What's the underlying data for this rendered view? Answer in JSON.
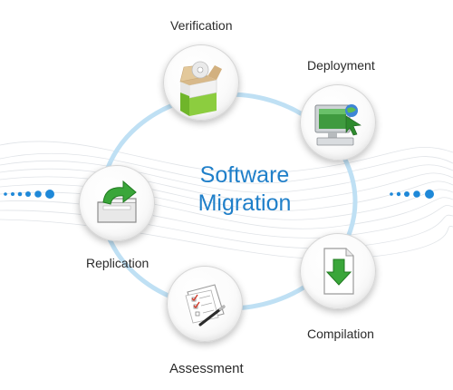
{
  "diagram": {
    "title_line1": "Software",
    "title_line2": "Migration",
    "nodes": [
      {
        "id": "verification",
        "label": "Verification",
        "icon": "software-box-icon"
      },
      {
        "id": "deployment",
        "label": "Deployment",
        "icon": "computer-monitor-icon"
      },
      {
        "id": "compilation",
        "label": "Compilation",
        "icon": "download-document-icon"
      },
      {
        "id": "assessment",
        "label": "Assessment",
        "icon": "checklist-pen-icon"
      },
      {
        "id": "replication",
        "label": "Replication",
        "icon": "folder-arrow-icon"
      }
    ],
    "colors": {
      "title": "#1f7fc9",
      "ring": "#bfe0f4",
      "dots": "#1e88d8",
      "green": "#3aa63a"
    }
  }
}
